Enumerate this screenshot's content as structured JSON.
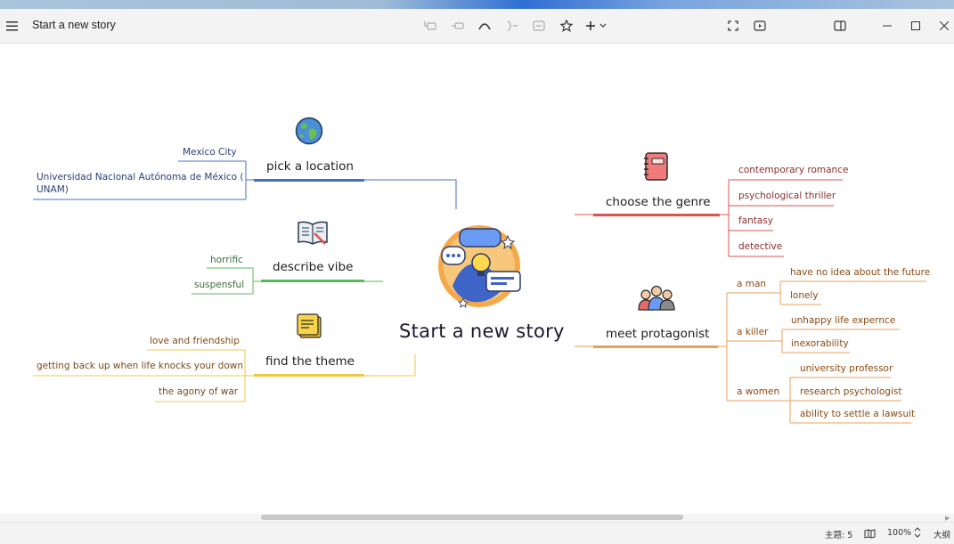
{
  "window": {
    "title": "Start a new story"
  },
  "toolbar": {
    "items": [
      "menu-icon",
      "insert-child-icon",
      "insert-sibling-icon",
      "relationship-icon",
      "summary-icon",
      "boundary-icon",
      "marker-icon",
      "add-icon",
      "fullscreen-icon",
      "presentation-icon",
      "panel-icon",
      "minimize-icon",
      "maximize-icon",
      "close-icon"
    ]
  },
  "colors": {
    "blue": "#4472c4",
    "green": "#5cb85c",
    "yellow": "#f2c744",
    "red": "#d9534f",
    "orange": "#e8a15b",
    "text_blue": "#2c3e7a",
    "text_green": "#3f6e3f",
    "text_brown": "#7a4a1a",
    "text_red": "#8b2e2e",
    "text_orange": "#8b4a10"
  },
  "map": {
    "central": {
      "label": "Start a new story",
      "image": "idea-icon"
    },
    "location": {
      "label": "pick a location",
      "icon": "globe-icon",
      "children": [
        "Mexico City",
        "Universidad Nacional Autónoma de México (",
        "UNAM)"
      ]
    },
    "vibe": {
      "label": "describe vibe",
      "icon": "book-icon",
      "children": [
        "horrific",
        "suspensful"
      ]
    },
    "theme": {
      "label": "find the theme",
      "icon": "notes-icon",
      "children": [
        "love and friendship",
        "getting back up when life knocks your down",
        "the agony of war"
      ]
    },
    "genre": {
      "label": "choose the genre",
      "icon": "notebook-icon",
      "children": [
        "contemporary romance",
        "psychological thriller",
        "fantasy",
        "detective"
      ]
    },
    "protagonist": {
      "label": "meet protagonist",
      "icon": "people-icon",
      "groups": [
        {
          "label": "a  man",
          "children": [
            "have no idea about the future",
            "lonely"
          ]
        },
        {
          "label": "a  killer",
          "children": [
            "unhappy life expernce",
            "inexorability"
          ]
        },
        {
          "label": "a women",
          "children": [
            "university professor",
            "research psychologist",
            "ability to settle a lawsuit"
          ]
        }
      ]
    }
  },
  "status": {
    "topics": "主题: 5",
    "zoom": "100%",
    "outline": "大纲"
  }
}
